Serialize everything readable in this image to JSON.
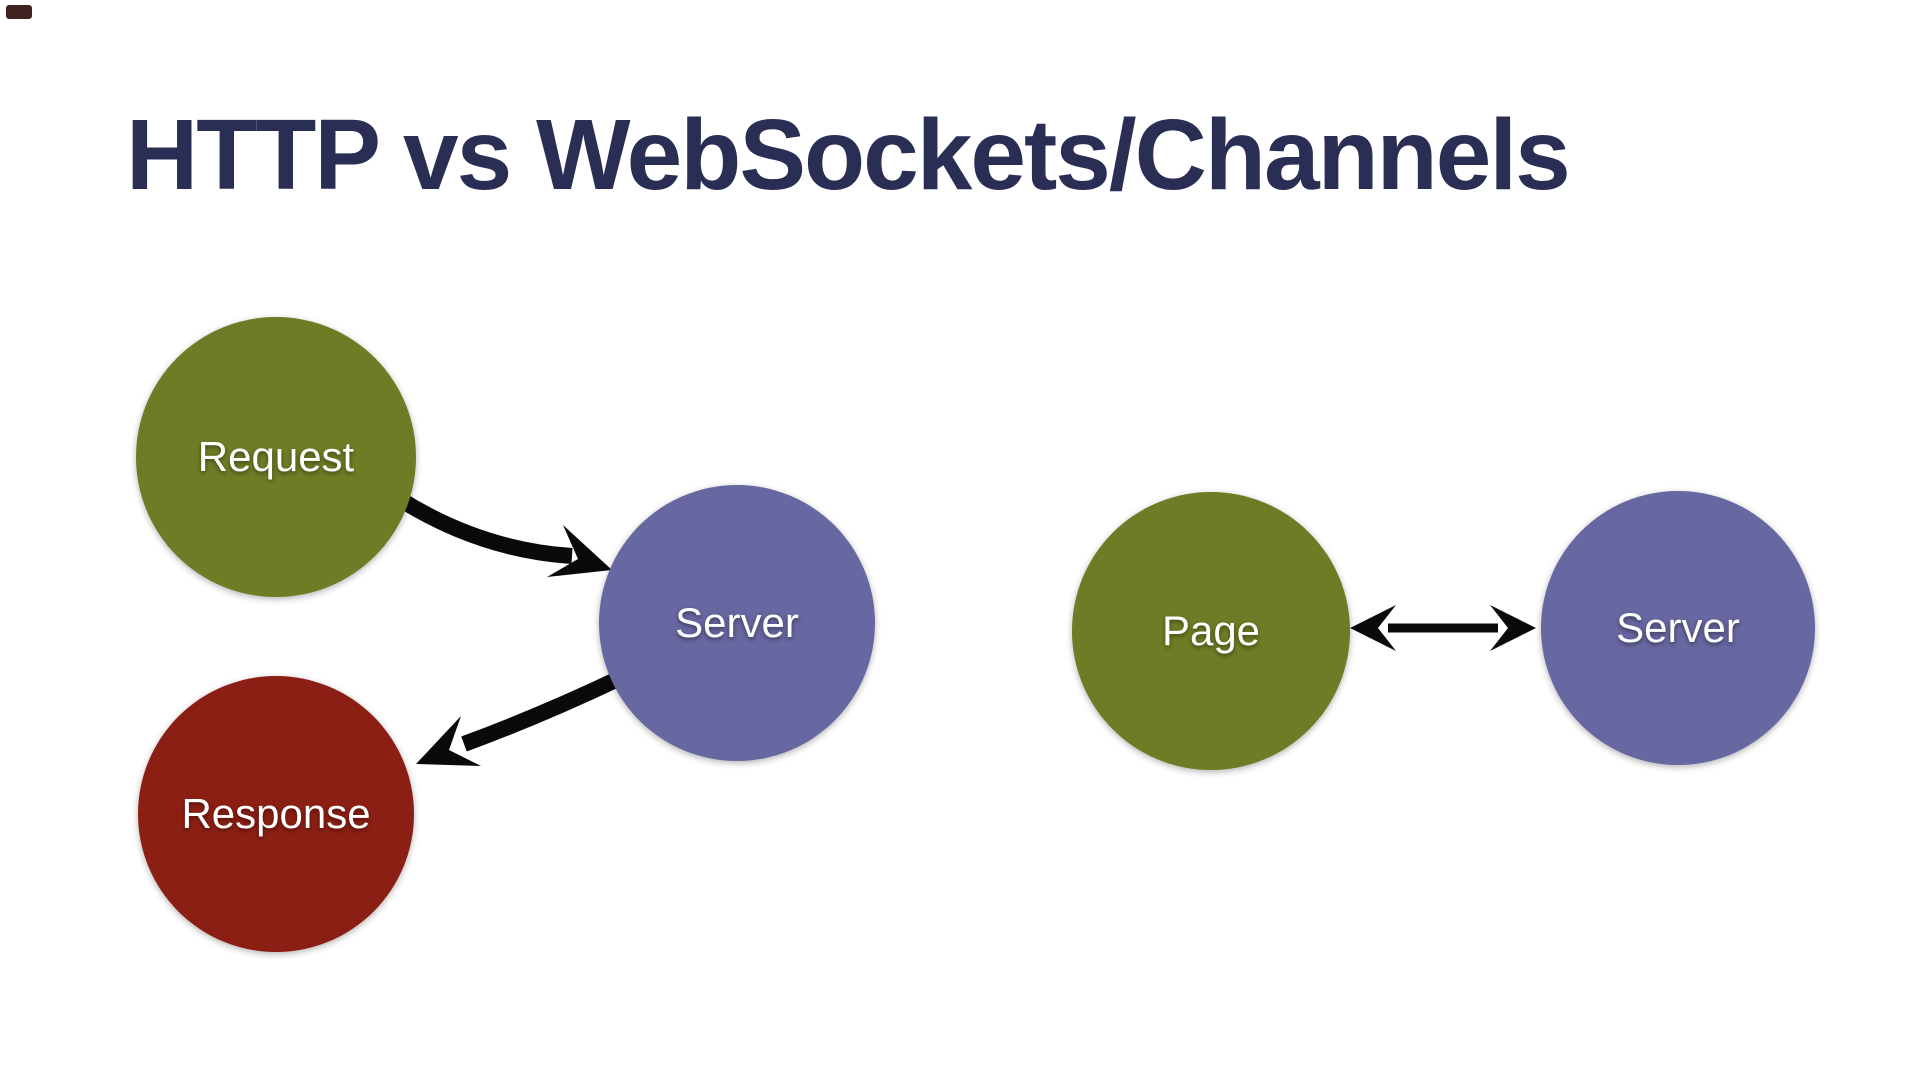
{
  "slide": {
    "title": "HTTP vs WebSockets/Channels",
    "title_color": "#2a2d54",
    "background": "#ffffff"
  },
  "colors": {
    "node_green": "#6e7c25",
    "node_purple": "#6767a1",
    "node_red": "#8c1f14",
    "arrow_black": "#0a0a0a",
    "node_label_text": "#ffffff"
  },
  "http_diagram": {
    "nodes": [
      {
        "id": "request",
        "label": "Request",
        "color": "#6e7c25"
      },
      {
        "id": "server",
        "label": "Server",
        "color": "#6767a1"
      },
      {
        "id": "response",
        "label": "Response",
        "color": "#8c1f14"
      }
    ],
    "edges": [
      {
        "from": "request",
        "to": "server",
        "bidirectional": false
      },
      {
        "from": "server",
        "to": "response",
        "bidirectional": false
      }
    ]
  },
  "websocket_diagram": {
    "nodes": [
      {
        "id": "page",
        "label": "Page",
        "color": "#6e7c25"
      },
      {
        "id": "server",
        "label": "Server",
        "color": "#6767a1"
      }
    ],
    "edges": [
      {
        "from": "page",
        "to": "server",
        "bidirectional": true
      }
    ]
  }
}
